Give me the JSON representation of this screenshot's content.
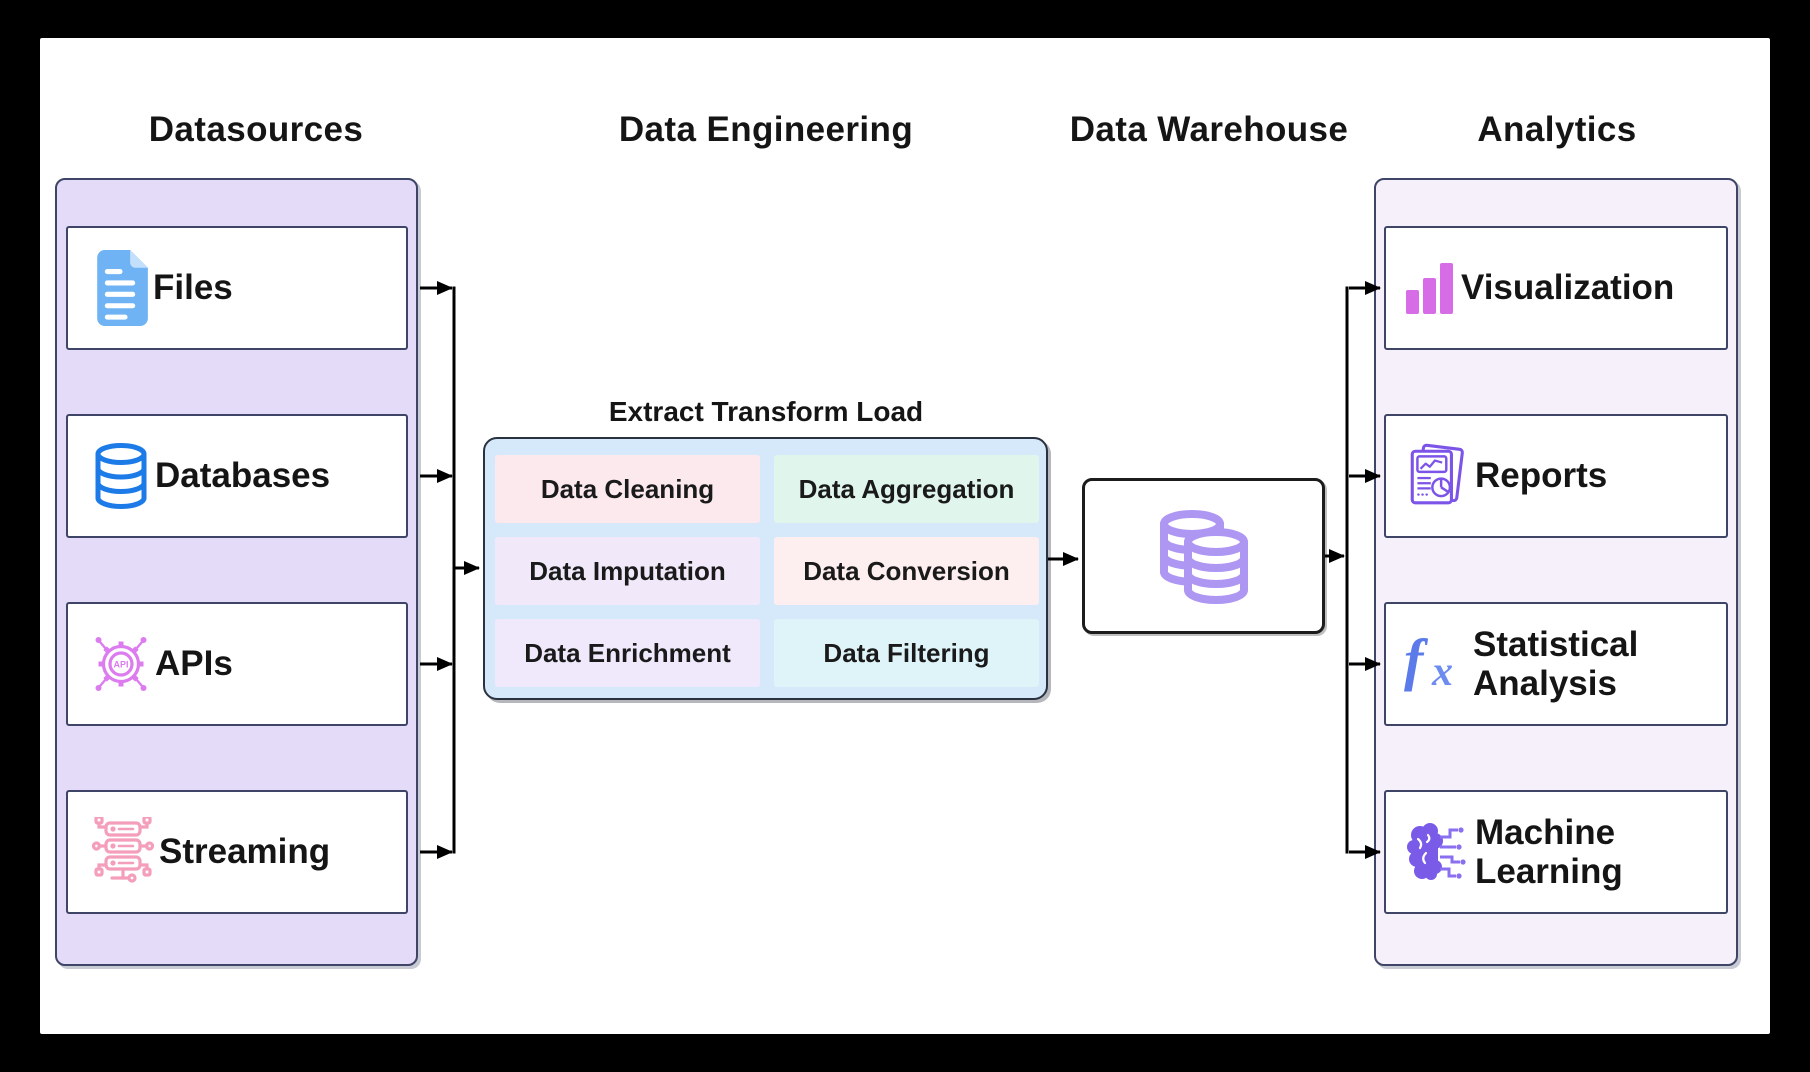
{
  "page": {
    "frame_color": "#000000",
    "canvas_color": "#ffffff",
    "arrow_color": "#000000",
    "text_color": "#151515"
  },
  "sections": {
    "datasources": {
      "title": "Datasources",
      "panel_color": "#e3dbf7",
      "items": [
        {
          "label": "Files",
          "icon": "file-icon",
          "icon_color": "#6fb3f4"
        },
        {
          "label": "Databases",
          "icon": "database-icon",
          "icon_color": "#1d7be8"
        },
        {
          "label": "APIs",
          "icon": "api-gear-icon",
          "icon_color": "#dc7cef"
        },
        {
          "label": "Streaming",
          "icon": "streaming-server-icon",
          "icon_color": "#f49ebc"
        }
      ]
    },
    "data_engineering": {
      "title": "Data Engineering",
      "etl_title": "Extract Transform Load",
      "panel_color": "#d6e9fb",
      "cells": [
        {
          "label": "Data Cleaning",
          "bg": "#fbe9ee"
        },
        {
          "label": "Data Aggregation",
          "bg": "#e0f5eb"
        },
        {
          "label": "Data Imputation",
          "bg": "#f1e9fa"
        },
        {
          "label": "Data Conversion",
          "bg": "#fdeeef"
        },
        {
          "label": "Data Enrichment",
          "bg": "#efe9fb"
        },
        {
          "label": "Data Filtering",
          "bg": "#dff4f9"
        }
      ]
    },
    "data_warehouse": {
      "title": "Data Warehouse",
      "icon": "database-stack-icon",
      "icon_color": "#ae97f2"
    },
    "analytics": {
      "title": "Analytics",
      "panel_color": "#f6f0fa",
      "items": [
        {
          "label": "Visualization",
          "icon": "bar-chart-icon",
          "icon_color": "#d66ce6"
        },
        {
          "label": "Reports",
          "icon": "report-document-icon",
          "icon_color": "#7c55e8"
        },
        {
          "label": "Statistical Analysis",
          "icon": "fx-function-icon",
          "icon_color": "#5b7bea"
        },
        {
          "label": "Machine Learning",
          "icon": "brain-circuit-icon",
          "icon_color": "#7a5be8"
        }
      ]
    }
  },
  "icon_glyphs": {
    "api": "API",
    "fx_f": "f",
    "fx_x": "x"
  },
  "style": {
    "item_border": "#3e4566",
    "etl_border": "#2a3240",
    "warehouse_border": "#1c1c1c"
  }
}
